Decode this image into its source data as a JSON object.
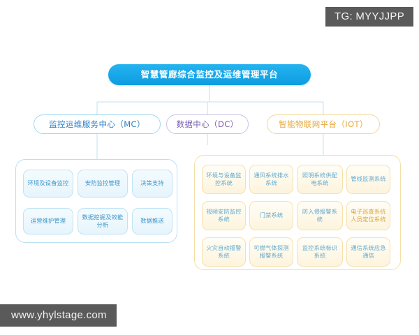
{
  "watermarks": {
    "top_tag": "TG: MYYJJPP",
    "bottom_tag": "www.yhylstage.com"
  },
  "diagram": {
    "type": "hierarchy-tree",
    "root": {
      "label": "智慧管廊综合监控及运维管理平台",
      "color": "#17a7e8"
    },
    "level2": [
      {
        "label": "监控运维服务中心（MC）",
        "color": "#2b7fc4"
      },
      {
        "label": "数据中心（DC）",
        "color": "#7c5fb0"
      },
      {
        "label": "智能物联网平台（IOT）",
        "color": "#e6a93c"
      }
    ],
    "mc_group": {
      "accent": "#b9e0f4",
      "items": [
        {
          "label": "环境及设备监控"
        },
        {
          "label": "安防监控管理"
        },
        {
          "label": "决策支持"
        },
        {
          "label": "运营维护管理"
        },
        {
          "label": "数据挖掘及效能分析"
        },
        {
          "label": "数据推送"
        }
      ]
    },
    "iot_group": {
      "accent": "#f4dfa6",
      "items": [
        {
          "label": "环境与设备监控系统"
        },
        {
          "label": "通风系统排水系统"
        },
        {
          "label": "照明系统供配电系统"
        },
        {
          "label": "管线监测系统"
        },
        {
          "label": "视频安防监控系统"
        },
        {
          "label": "门禁系统"
        },
        {
          "label": "防入侵报警系统"
        },
        {
          "label": "电子巡查系统人员定位系统"
        },
        {
          "label": "火灾自动报警系统"
        },
        {
          "label": "可燃气体探测报警系统"
        },
        {
          "label": "监控系统标识系统"
        },
        {
          "label": "通信系统应急通信"
        }
      ]
    }
  }
}
